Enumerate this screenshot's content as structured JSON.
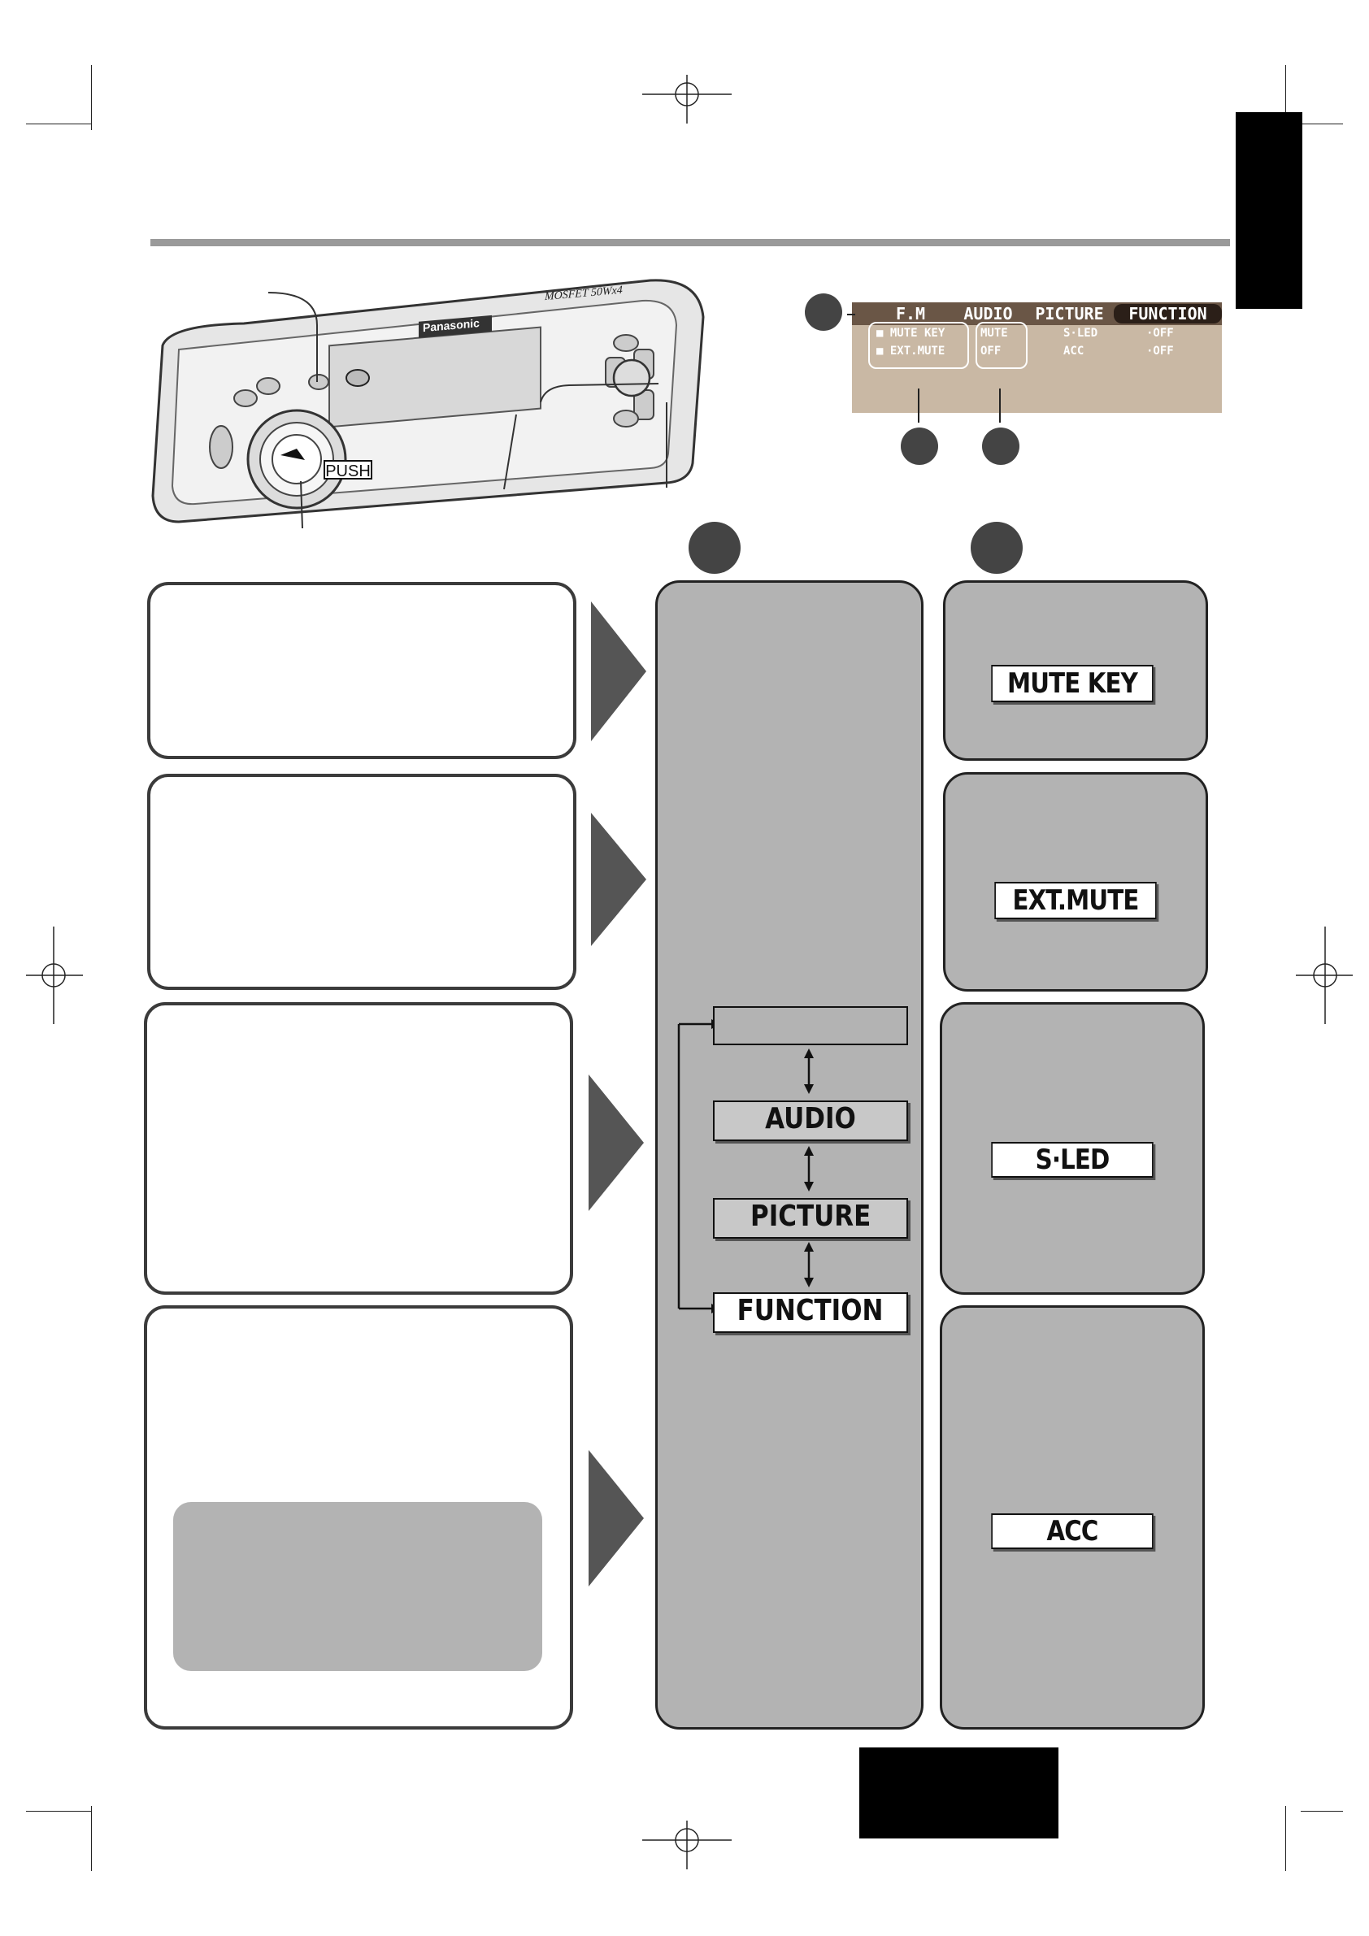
{
  "faceplate": {
    "brand": "Panasonic",
    "power_text": "MOSFET 50Wx4",
    "push_label": "PUSH"
  },
  "lcd": {
    "tabs": [
      "F.M",
      "AUDIO",
      "PICTURE",
      "FUNCTION"
    ],
    "rows": [
      {
        "left": "■ MUTE KEY",
        "mid": "MUTE",
        "right": "S·LED",
        "val": "·OFF"
      },
      {
        "left": "■ EXT.MUTE",
        "mid": "OFF",
        "right": "ACC",
        "val": "·OFF"
      }
    ]
  },
  "mode_cycle": {
    "items": [
      "",
      "AUDIO",
      "PICTURE",
      "FUNCTION"
    ],
    "shaded": [
      false,
      true,
      true,
      false
    ]
  },
  "settings": [
    "MUTE KEY",
    "EXT.MUTE",
    "S·LED",
    "ACC"
  ],
  "colors": {
    "panel_grey": "#b3b3b3",
    "arrow_grey": "#555555",
    "box_border": "#3b3b3b"
  }
}
